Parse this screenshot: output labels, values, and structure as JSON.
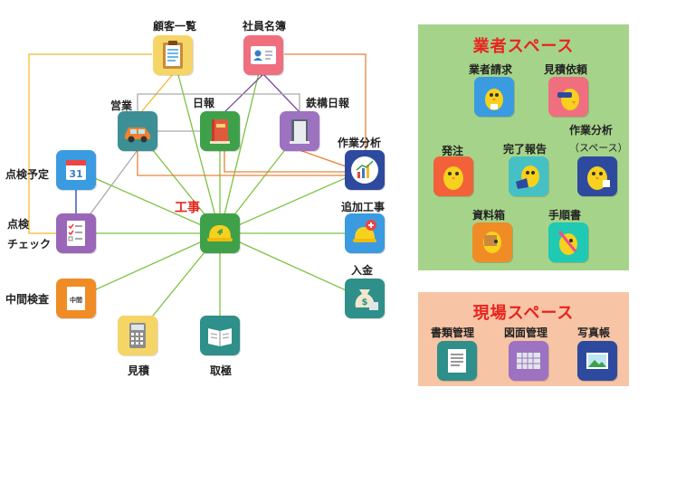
{
  "hub": {
    "label": "工事"
  },
  "left_nodes": {
    "customers": "顧客一覧",
    "employees": "社員名簿",
    "sales": "営業",
    "daily": "日報",
    "steel_daily": "鉄構日報",
    "work_analysis": "作業分析",
    "schedule": "点検予定",
    "check_line1": "点検",
    "check_line2": "チェック",
    "extra_work": "追加工事",
    "payment": "入金",
    "interim": "中間検査",
    "estimate": "見積",
    "ledger": "取極"
  },
  "icon_glyphs": {
    "calendar_number": "31",
    "interim_badge": "中間"
  },
  "vendor_space": {
    "title": "業者スペース",
    "items": {
      "vendor_request": "業者請求",
      "estimate_request": "見積依頼",
      "order": "発注",
      "completion_report": "完了報告",
      "work_analysis_line1": "作業分析",
      "work_analysis_line2": "（スペース）",
      "materials": "資料箱",
      "manual": "手順書"
    }
  },
  "site_space": {
    "title": "現場スペース",
    "items": {
      "documents": "書類管理",
      "drawings": "図面管理",
      "photos": "写真帳"
    }
  },
  "colors": {
    "vendor_panel": "#a6d38a",
    "site_panel": "#f7c4a5",
    "title_red": "#e8231e",
    "link_green": "#7cc242",
    "link_orange": "#e8833a",
    "link_yellow": "#f3b92c",
    "link_purple": "#7a4ea0",
    "link_gray": "#aaaaaa",
    "link_blue": "#3b5cc4"
  }
}
